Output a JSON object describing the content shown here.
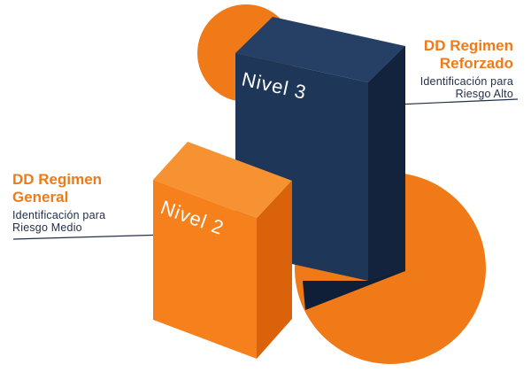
{
  "levels": [
    {
      "level_label": "Nivel 3",
      "title_line1": "DD Regimen",
      "title_line2": "Reforzado",
      "desc_line1": "Identificación para",
      "desc_line2": "Riesgo Alto"
    },
    {
      "level_label": "Nivel 2",
      "title_line1": "DD Regimen",
      "title_line2": "General",
      "desc_line1": "Identificación para",
      "desc_line2": "Riesgo Medio"
    }
  ],
  "colors": {
    "accent_orange": "#f07a17",
    "navy_front": "#1e3658",
    "navy_side": "#0f1f38",
    "navy_top": "#263f65",
    "orange_front": "#f5801c",
    "orange_side": "#d9620a",
    "orange_top": "#f79233",
    "text_dark": "#22304a"
  }
}
